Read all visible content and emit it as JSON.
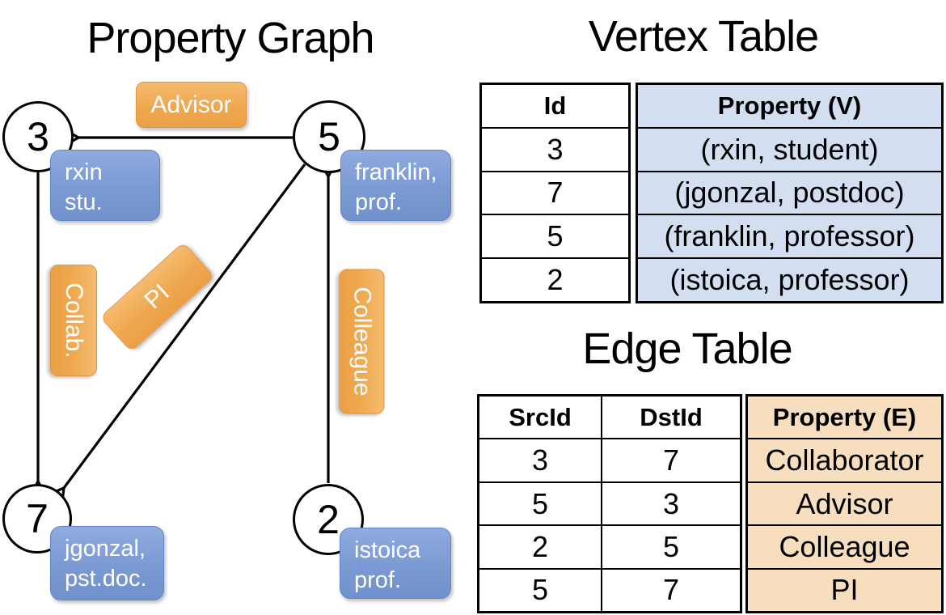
{
  "titles": {
    "graph": "Property Graph",
    "vertex_table": "Vertex Table",
    "edge_table": "Edge Table"
  },
  "graph": {
    "nodes": [
      {
        "id": "3"
      },
      {
        "id": "5"
      },
      {
        "id": "7"
      },
      {
        "id": "2"
      }
    ],
    "edge_labels": [
      {
        "label": "Advisor"
      },
      {
        "label": "Collab."
      },
      {
        "label": "PI"
      },
      {
        "label": "Colleague"
      }
    ],
    "vertex_properties": [
      {
        "line1": "rxin",
        "line2": "stu."
      },
      {
        "line1": "franklin,",
        "line2": "prof."
      },
      {
        "line1": "jgonzal,",
        "line2": "pst.doc."
      },
      {
        "line1": "istoica",
        "line2": "prof."
      }
    ]
  },
  "vertex_table": {
    "id_header": "Id",
    "property_header": "Property (V)",
    "rows": [
      {
        "id": "3",
        "property": "(rxin, student)"
      },
      {
        "id": "7",
        "property": "(jgonzal, postdoc)"
      },
      {
        "id": "5",
        "property": "(franklin, professor)"
      },
      {
        "id": "2",
        "property": "(istoica, professor)"
      }
    ]
  },
  "edge_table": {
    "src_header": "SrcId",
    "dst_header": "DstId",
    "property_header": "Property (E)",
    "rows": [
      {
        "src": "3",
        "dst": "7",
        "property": "Collaborator"
      },
      {
        "src": "5",
        "dst": "3",
        "property": "Advisor"
      },
      {
        "src": "2",
        "dst": "5",
        "property": "Colleague"
      },
      {
        "src": "5",
        "dst": "7",
        "property": "PI"
      }
    ]
  },
  "colors": {
    "edge_label_orange": "#efa84f",
    "vertex_property_blue": "#7b9ad3",
    "vertex_table_fill": "#d3def1",
    "edge_table_fill": "#f6debf",
    "line_black": "#000000"
  }
}
